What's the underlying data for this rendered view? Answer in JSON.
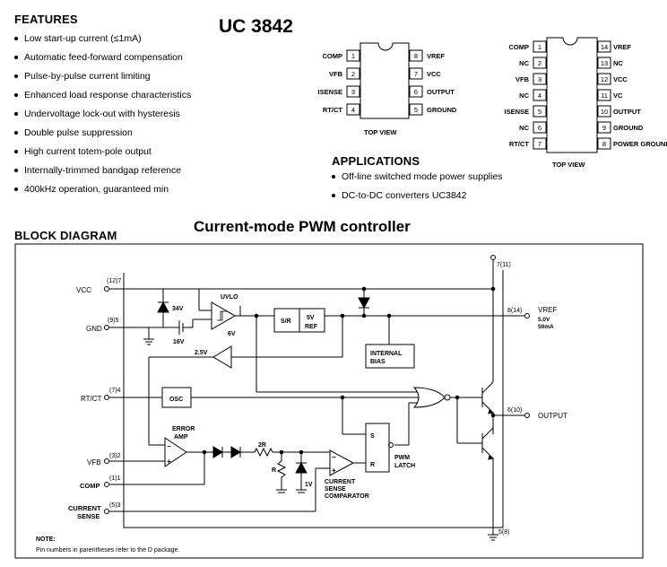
{
  "header": {
    "features_title": "FEATURES",
    "part_title": "UC 3842",
    "applications_title": "APPLICATIONS",
    "block_diagram_title": "BLOCK DIAGRAM",
    "diagram_title": "Current-mode PWM controller"
  },
  "features": [
    "Low start-up current (≤1mA)",
    "Automatic feed-forward compensation",
    "Pulse-by-pulse current limiting",
    "Enhanced load response characteristics",
    "Undervoltage lock-out with hysteresis",
    "Double pulse suppression",
    "High current totem-pole output",
    "Internally-trimmed bandgap reference",
    "400kHz operation, guaranteed min"
  ],
  "applications": [
    "Off-line switched mode power supplies",
    "DC-to-DC converters UC3842"
  ],
  "pkg8": {
    "top_view": "TOP VIEW",
    "left": [
      {
        "num": "1",
        "label": "COMP"
      },
      {
        "num": "2",
        "label": "VFB"
      },
      {
        "num": "3",
        "label": "ISENSE"
      },
      {
        "num": "4",
        "label": "RT/CT"
      }
    ],
    "right": [
      {
        "num": "8",
        "label": "VREF"
      },
      {
        "num": "7",
        "label": "VCC"
      },
      {
        "num": "6",
        "label": "OUTPUT"
      },
      {
        "num": "5",
        "label": "GROUND"
      }
    ]
  },
  "pkg14": {
    "top_view": "TOP VIEW",
    "left": [
      {
        "num": "1",
        "label": "COMP"
      },
      {
        "num": "2",
        "label": "NC"
      },
      {
        "num": "3",
        "label": "VFB"
      },
      {
        "num": "4",
        "label": "NC"
      },
      {
        "num": "5",
        "label": "ISENSE"
      },
      {
        "num": "6",
        "label": "NC"
      },
      {
        "num": "7",
        "label": "RT/CT"
      }
    ],
    "right": [
      {
        "num": "14",
        "label": "VREF"
      },
      {
        "num": "13",
        "label": "NC"
      },
      {
        "num": "12",
        "label": "VCC"
      },
      {
        "num": "11",
        "label": "VC"
      },
      {
        "num": "10",
        "label": "OUTPUT"
      },
      {
        "num": "9",
        "label": "GROUND"
      },
      {
        "num": "8",
        "label": "POWER GROUND"
      }
    ]
  },
  "block": {
    "pins": {
      "vcc": {
        "label": "VCC",
        "num": "(12)7"
      },
      "gnd": {
        "label": "GND",
        "num": "(9)5"
      },
      "rtct": {
        "label": "RT/CT",
        "num": "(7)4"
      },
      "vfb": {
        "label": "VFB",
        "num": "(3)2"
      },
      "comp": {
        "label": "COMP",
        "num": "(1)1"
      },
      "isense": {
        "label1": "CURRENT",
        "label2": "SENSE",
        "num": "(5)3"
      },
      "vc": {
        "num": "7(11)"
      },
      "vref": {
        "num": "8(14)",
        "label": "VREF",
        "v1": "5.0V",
        "v2": "50mA"
      },
      "output": {
        "num": "6(10)",
        "label": "OUTPUT"
      },
      "pgnd": {
        "num": "5(8)"
      }
    },
    "labels": {
      "z34": "34V",
      "v16": "16V",
      "uvlo": "UVLO",
      "v6": "6V",
      "sr": "S/R",
      "ref5v1": "5V",
      "ref5v2": "REF",
      "bias1": "INTERNAL",
      "bias2": "BIAS",
      "v25": "2.5V",
      "osc": "OSC",
      "err1": "ERROR",
      "err2": "AMP",
      "r2r": "2R",
      "r": "R",
      "v1": "1V",
      "cs1": "CURRENT",
      "cs2": "SENSE",
      "cs3": "COMPARATOR",
      "latch_s": "S",
      "latch_r": "R",
      "pwm1": "PWM",
      "pwm2": "LATCH",
      "plus": "+",
      "minus": "−"
    },
    "note_title": "NOTE:",
    "note_text": "Pin numbers in parentheses refer to the D package."
  }
}
